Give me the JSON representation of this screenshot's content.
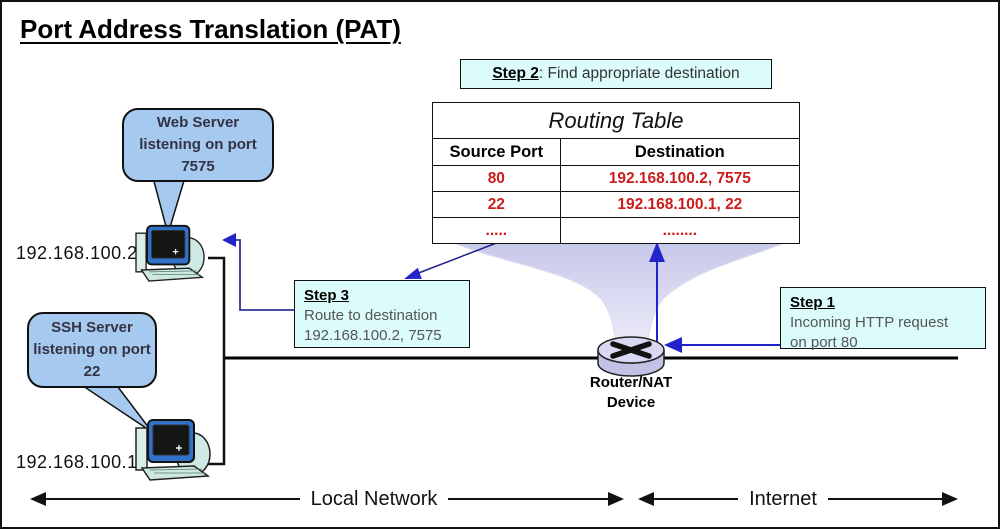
{
  "title": "Port Address Translation (PAT)",
  "steps": {
    "step2": {
      "label": "Step 2",
      "text": ": Find appropriate destination"
    },
    "step3": {
      "label": "Step 3",
      "line1": "Route to destination",
      "line2": "192.168.100.2, 7575"
    },
    "step1": {
      "label": "Step 1",
      "line1": "Incoming HTTP request",
      "line2": "on port 80"
    }
  },
  "routing_table": {
    "title": "Routing Table",
    "columns": [
      "Source Port",
      "Destination"
    ],
    "rows": [
      {
        "source": "80",
        "destination": "192.168.100.2, 7575"
      },
      {
        "source": "22",
        "destination": "192.168.100.1, 22"
      },
      {
        "source": ".....",
        "destination": "........"
      }
    ]
  },
  "callouts": {
    "web_server": "Web Server listening on port 7575",
    "ssh_server": "SSH Server listening on port 22"
  },
  "hosts": {
    "web_ip": "192.168.100.2",
    "ssh_ip": "192.168.100.1"
  },
  "router": {
    "label": "Router/NAT Device"
  },
  "network_labels": {
    "local": "Local Network",
    "internet": "Internet"
  },
  "colors": {
    "step_box_fill": "#dcfbfb",
    "bubble_fill": "#a6c9ef",
    "table_red": "#cc1c1c",
    "arrow_blue": "#2323cc",
    "funnel_lavender": "#c9c9ec",
    "router_fill": "#d8d8f2",
    "router_body": "#c2c2e6",
    "line_black": "#111111"
  }
}
